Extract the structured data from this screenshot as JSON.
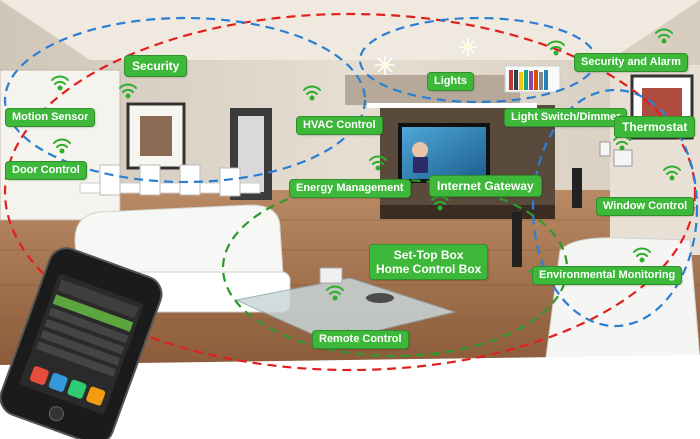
{
  "labels": {
    "security": "Security",
    "motion_sensor": "Motion Sensor",
    "door_control": "Door Control",
    "hvac_control": "HVAC Control",
    "lights": "Lights",
    "security_and_alarm": "Security and Alarm",
    "light_switch_dimmer": "Light Switch/Dimmer",
    "thermostat": "Thermostat",
    "energy_management": "Energy Management",
    "internet_gateway": "Internet Gateway",
    "window_control": "Window Control",
    "set_top_box": "Set-Top Box",
    "home_control_box": "Home Control Box",
    "environmental_monitoring": "Environmental Monitoring",
    "remote_control": "Remote Control"
  },
  "colors": {
    "label_green": "#3db83a",
    "network_red": "#e0201c",
    "network_blue": "#2a7fd4",
    "network_green": "#2c9a2c"
  },
  "icons": [
    "wifi-signal-icon",
    "smartphone-icon",
    "ceiling-light-icon"
  ]
}
